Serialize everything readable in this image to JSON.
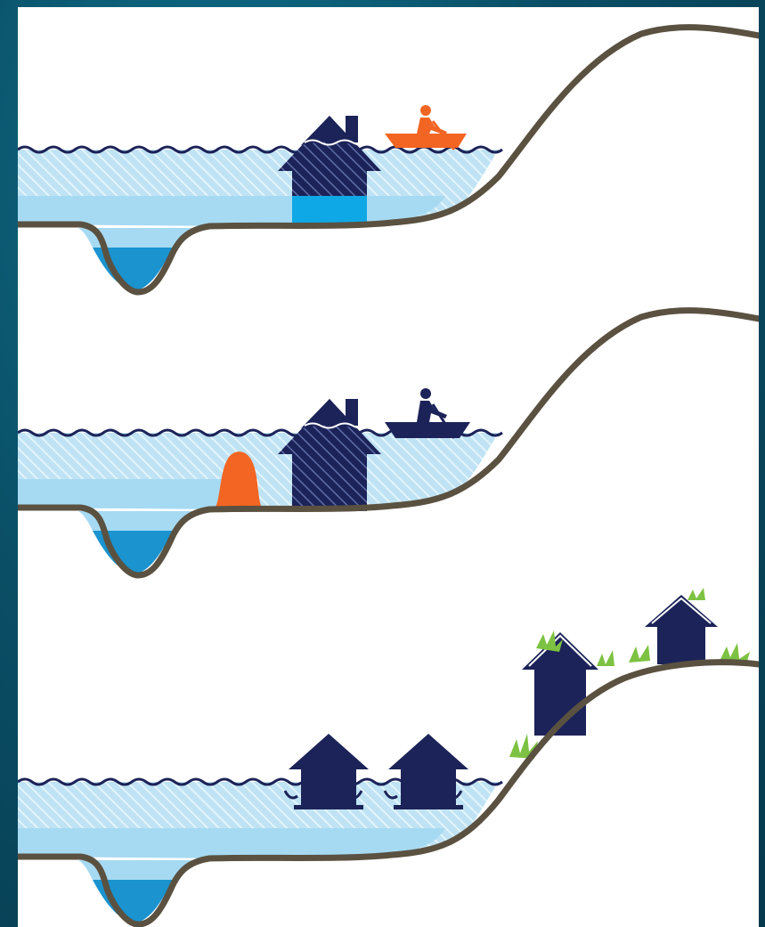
{
  "figure": {
    "panels": [
      {
        "id": "panel-1",
        "scenario": "flooded-house-with-boat",
        "boat_color": "#f26522"
      },
      {
        "id": "panel-2",
        "scenario": "levee-protected-house",
        "boat_color": "#1c2358",
        "levee_color": "#f26522"
      },
      {
        "id": "panel-3",
        "scenario": "raised-and-floating-houses"
      }
    ]
  },
  "colors": {
    "frame_background": "#0a4f66",
    "panel_background": "#ffffff",
    "ground": "#5a5141",
    "water_wave": "#1c2358",
    "flood_hatch": "#bfe3f4",
    "flood_hatch_line": "#e8f6fc",
    "floodplain_water": "#a6daf2",
    "river_channel": "#1a93cf",
    "house_navy": "#1c2358",
    "house_flooded_fill": "#0fa8e6",
    "accent_orange": "#f26522",
    "grass": "#7dc242"
  },
  "icons": [
    "house-icon",
    "boat-icon",
    "rower-icon",
    "levee-icon",
    "floating-house-icon",
    "stilt-house-icon",
    "grass-icon"
  ]
}
